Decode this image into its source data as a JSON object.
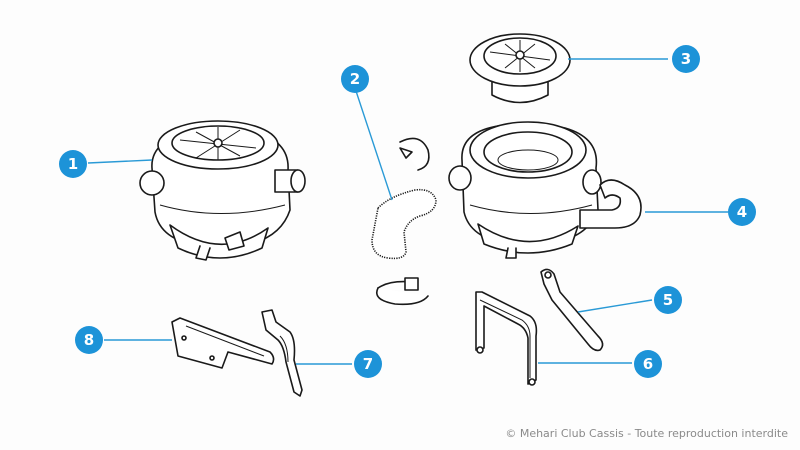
{
  "diagram": {
    "type": "exploded-parts-view",
    "subject": "Heater blower assembly",
    "callout_color": "#1d93d8",
    "parts": [
      {
        "number": "1",
        "description": "Blower housing assembly (closed)"
      },
      {
        "number": "2",
        "description": "Elbow hose with clamps"
      },
      {
        "number": "3",
        "description": "Fan / impeller cover"
      },
      {
        "number": "4",
        "description": "Blower housing with outlet pipe"
      },
      {
        "number": "5",
        "description": "Support rod"
      },
      {
        "number": "6",
        "description": "U-shaped mounting bracket"
      },
      {
        "number": "7",
        "description": "Bent mounting bracket"
      },
      {
        "number": "8",
        "description": "Flat mounting bracket"
      }
    ]
  },
  "footer": {
    "copyright": "© Mehari Club Cassis  - Toute reproduction interdite"
  }
}
